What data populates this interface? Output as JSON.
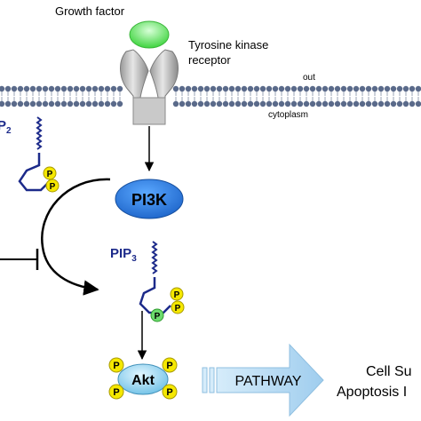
{
  "labels": {
    "growth_factor": "Growth factor",
    "receptor_line1": "Tyrosine kinase",
    "receptor_line2": "receptor",
    "out": "out",
    "cytoplasm": "cytoplasm",
    "pip2_main": "P",
    "pip2_sub": "2",
    "pi3k": "PI3K",
    "pip3_main": "PIP",
    "pip3_sub": "3",
    "akt": "Akt",
    "phosphate": "P",
    "pathway": "PATHWAY",
    "outcome_line1": "Cell Su",
    "outcome_line2": "Apoptosis I"
  },
  "colors": {
    "growth_factor": "#7df07d",
    "receptor": "#bdbdbd",
    "membrane_head": "#5a6a8a",
    "pi3k": "#2b7be0",
    "akt": "#9fd7ee",
    "phosphate": "#f5e800",
    "phosphate_green": "#6ddc6d",
    "lipid": "#1c2a8a",
    "pathway_arrow": "#b9dcf2"
  }
}
